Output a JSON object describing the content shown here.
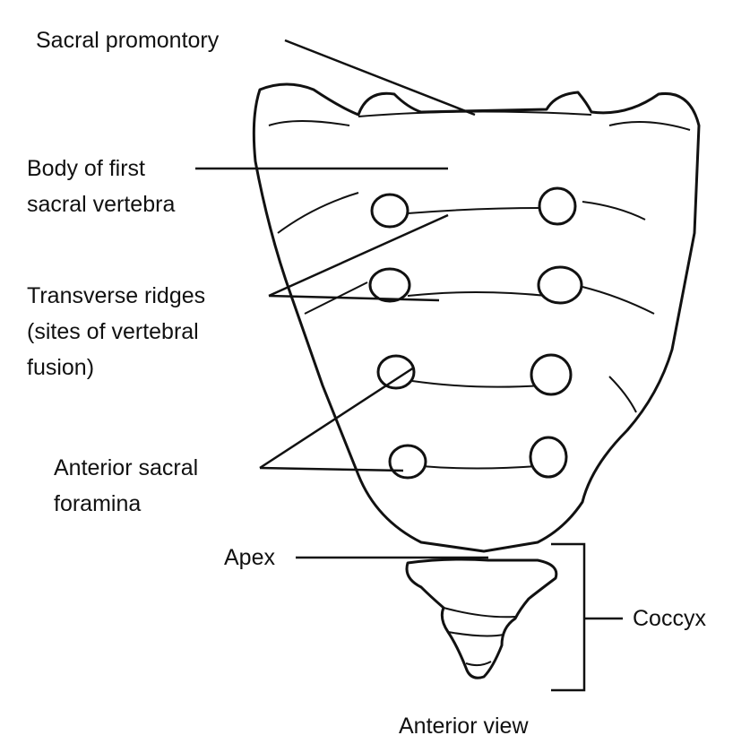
{
  "labels": {
    "sacral_promontory": "Sacral promontory",
    "body_line1": "Body of first",
    "body_line2": "sacral vertebra",
    "ridges_line1": "Transverse ridges",
    "ridges_line2": "(sites of vertebral",
    "ridges_line3": "fusion)",
    "foramina_line1": "Anterior sacral",
    "foramina_line2": "foramina",
    "apex": "Apex",
    "coccyx": "Coccyx"
  },
  "caption": "Anterior view"
}
